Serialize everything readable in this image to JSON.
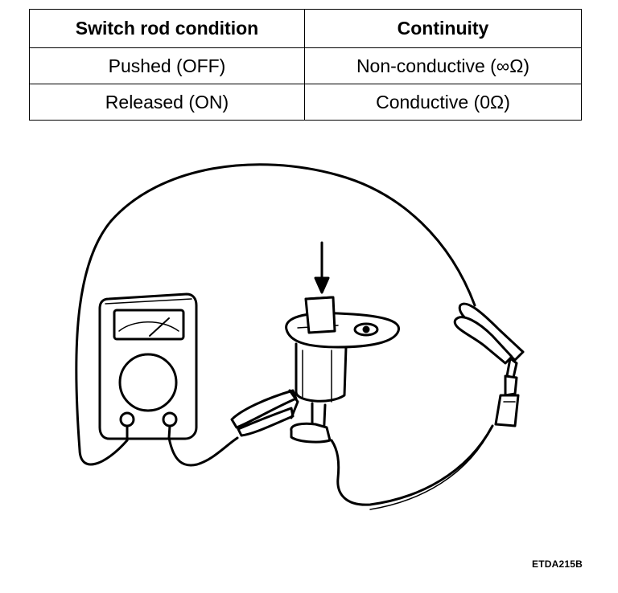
{
  "table": {
    "headers": [
      "Switch rod condition",
      "Continuity"
    ],
    "rows": [
      [
        "Pushed (OFF)",
        "Non-conductive (∞Ω)"
      ],
      [
        "Released (ON)",
        "Conductive (0Ω)"
      ]
    ]
  },
  "figure": {
    "code": "ETDA215B",
    "components": {
      "tester": "multimeter-icon",
      "switch": "door-switch-icon",
      "press_arrow": "arrow-down-icon",
      "clip_left": "alligator-clip-icon",
      "clip_right": "alligator-clip-icon"
    }
  }
}
